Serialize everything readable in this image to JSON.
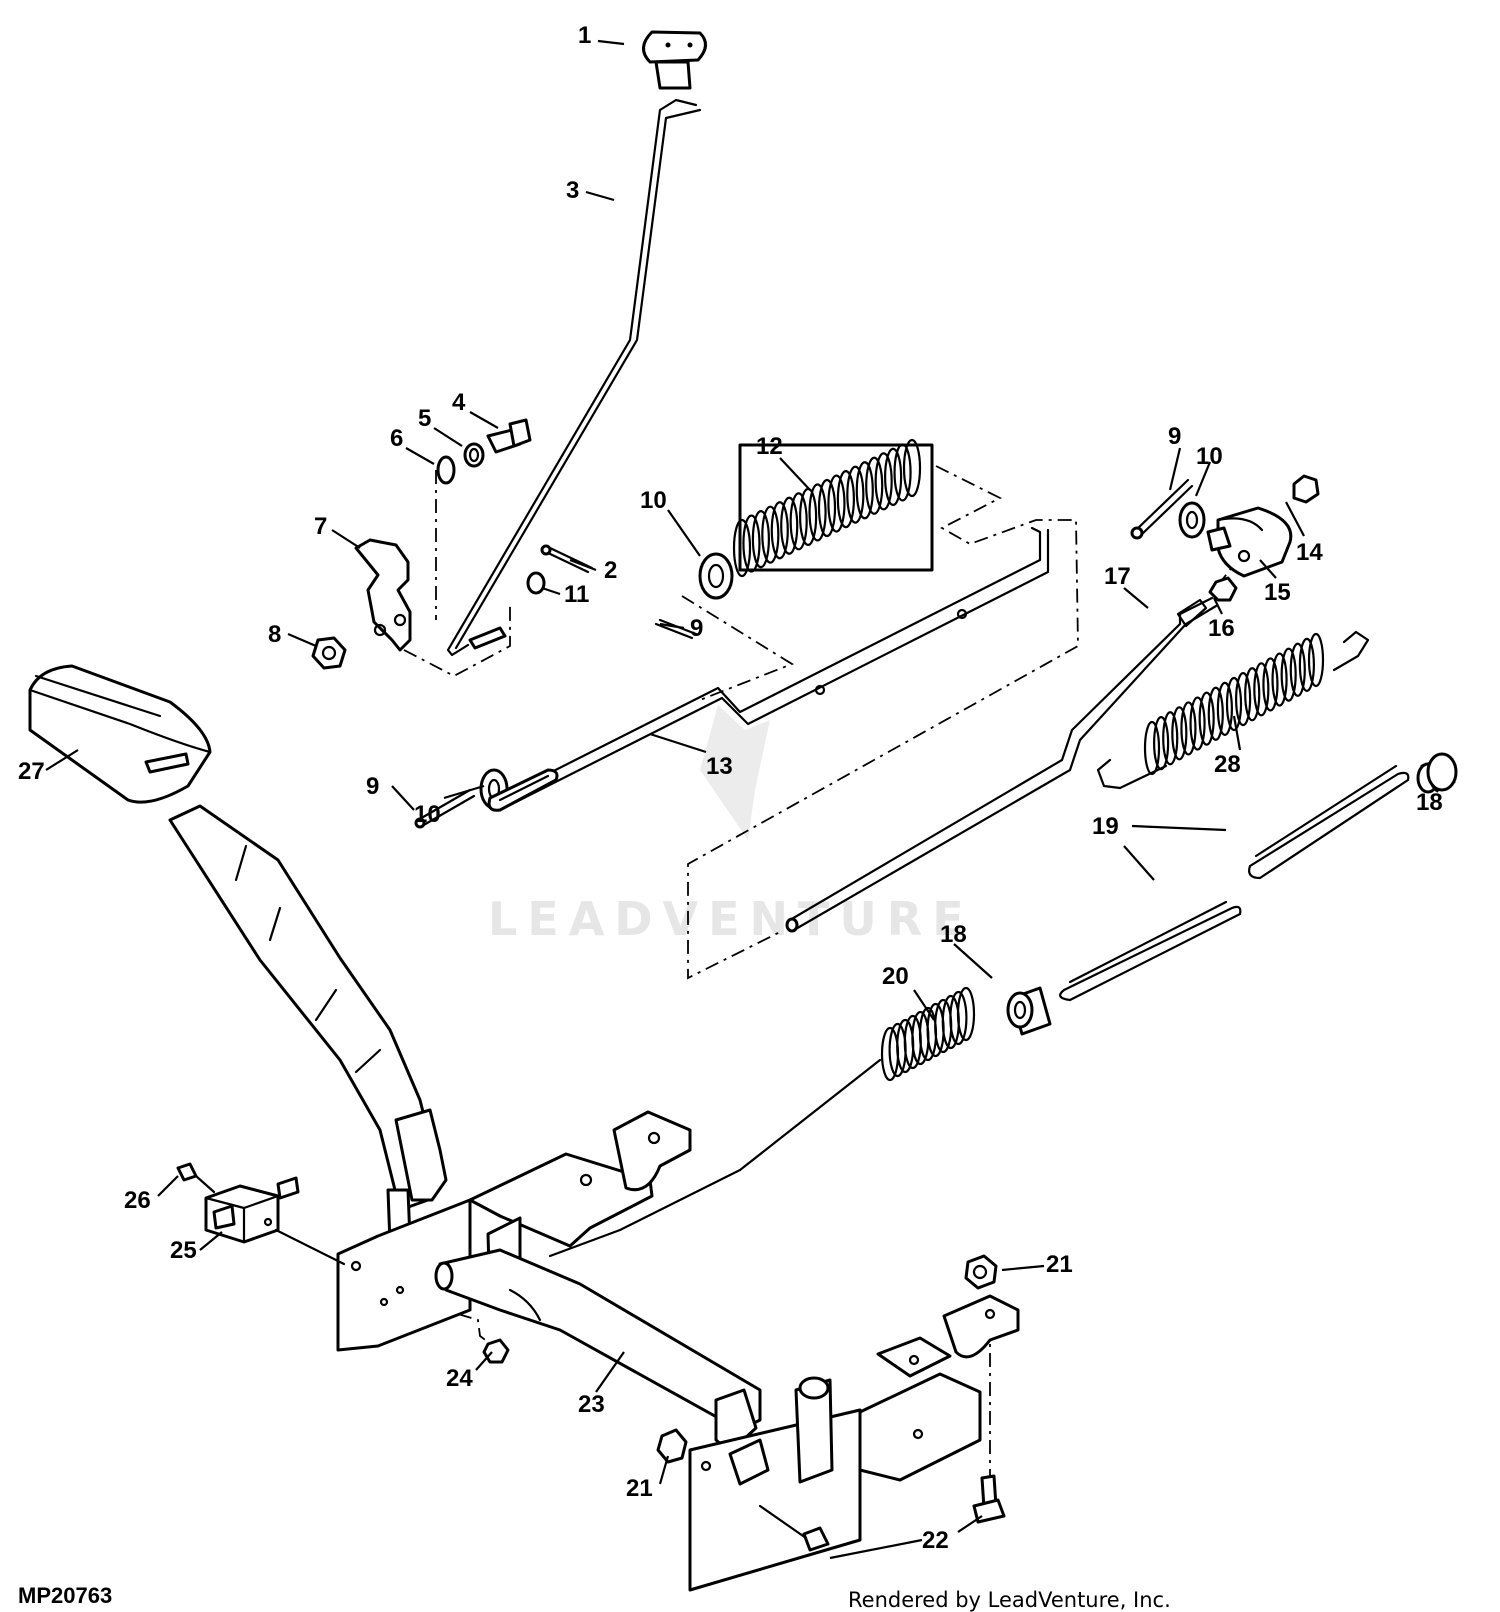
{
  "figure_id": "MP20763",
  "credit": "Rendered by LeadVenture, Inc.",
  "watermark": "LEADVENTURE",
  "callouts": {
    "c1": "1",
    "c2": "2",
    "c3": "3",
    "c4": "4",
    "c5": "5",
    "c6": "6",
    "c7": "7",
    "c8": "8",
    "c9a": "9",
    "c9b": "9",
    "c9c": "9",
    "c10a": "10",
    "c10b": "10",
    "c10c": "10",
    "c11": "11",
    "c12": "12",
    "c13": "13",
    "c14": "14",
    "c15": "15",
    "c16": "16",
    "c17": "17",
    "c18a": "18",
    "c18b": "18",
    "c19": "19",
    "c20": "20",
    "c21a": "21",
    "c21b": "21",
    "c22": "22",
    "c23": "23",
    "c24": "24",
    "c25": "25",
    "c26": "26",
    "c27": "27",
    "c28": "28"
  }
}
